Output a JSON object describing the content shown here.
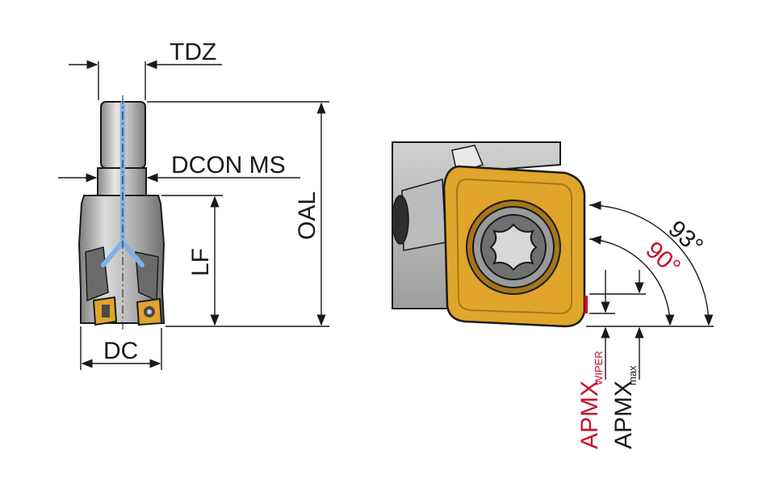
{
  "labels": {
    "tdz": "TDZ",
    "dcon": "DCON MS",
    "oal": "OAL",
    "lf": "LF",
    "dc": "DC",
    "angle_93": "93°",
    "angle_90": "90°",
    "apmx_wiper_main": "APMX",
    "apmx_wiper_sub": "WIPER",
    "apmx_max_main": "APMX",
    "apmx_max_sub": "max"
  },
  "colors": {
    "line": "#1a1a1a",
    "insert": "#e0a52a",
    "insert_dark": "#a6751b",
    "body_gray": "#b8b8b8",
    "body_dark": "#6f6f6f",
    "coolant": "#7fb2e5",
    "accent_red": "#c8102e"
  }
}
